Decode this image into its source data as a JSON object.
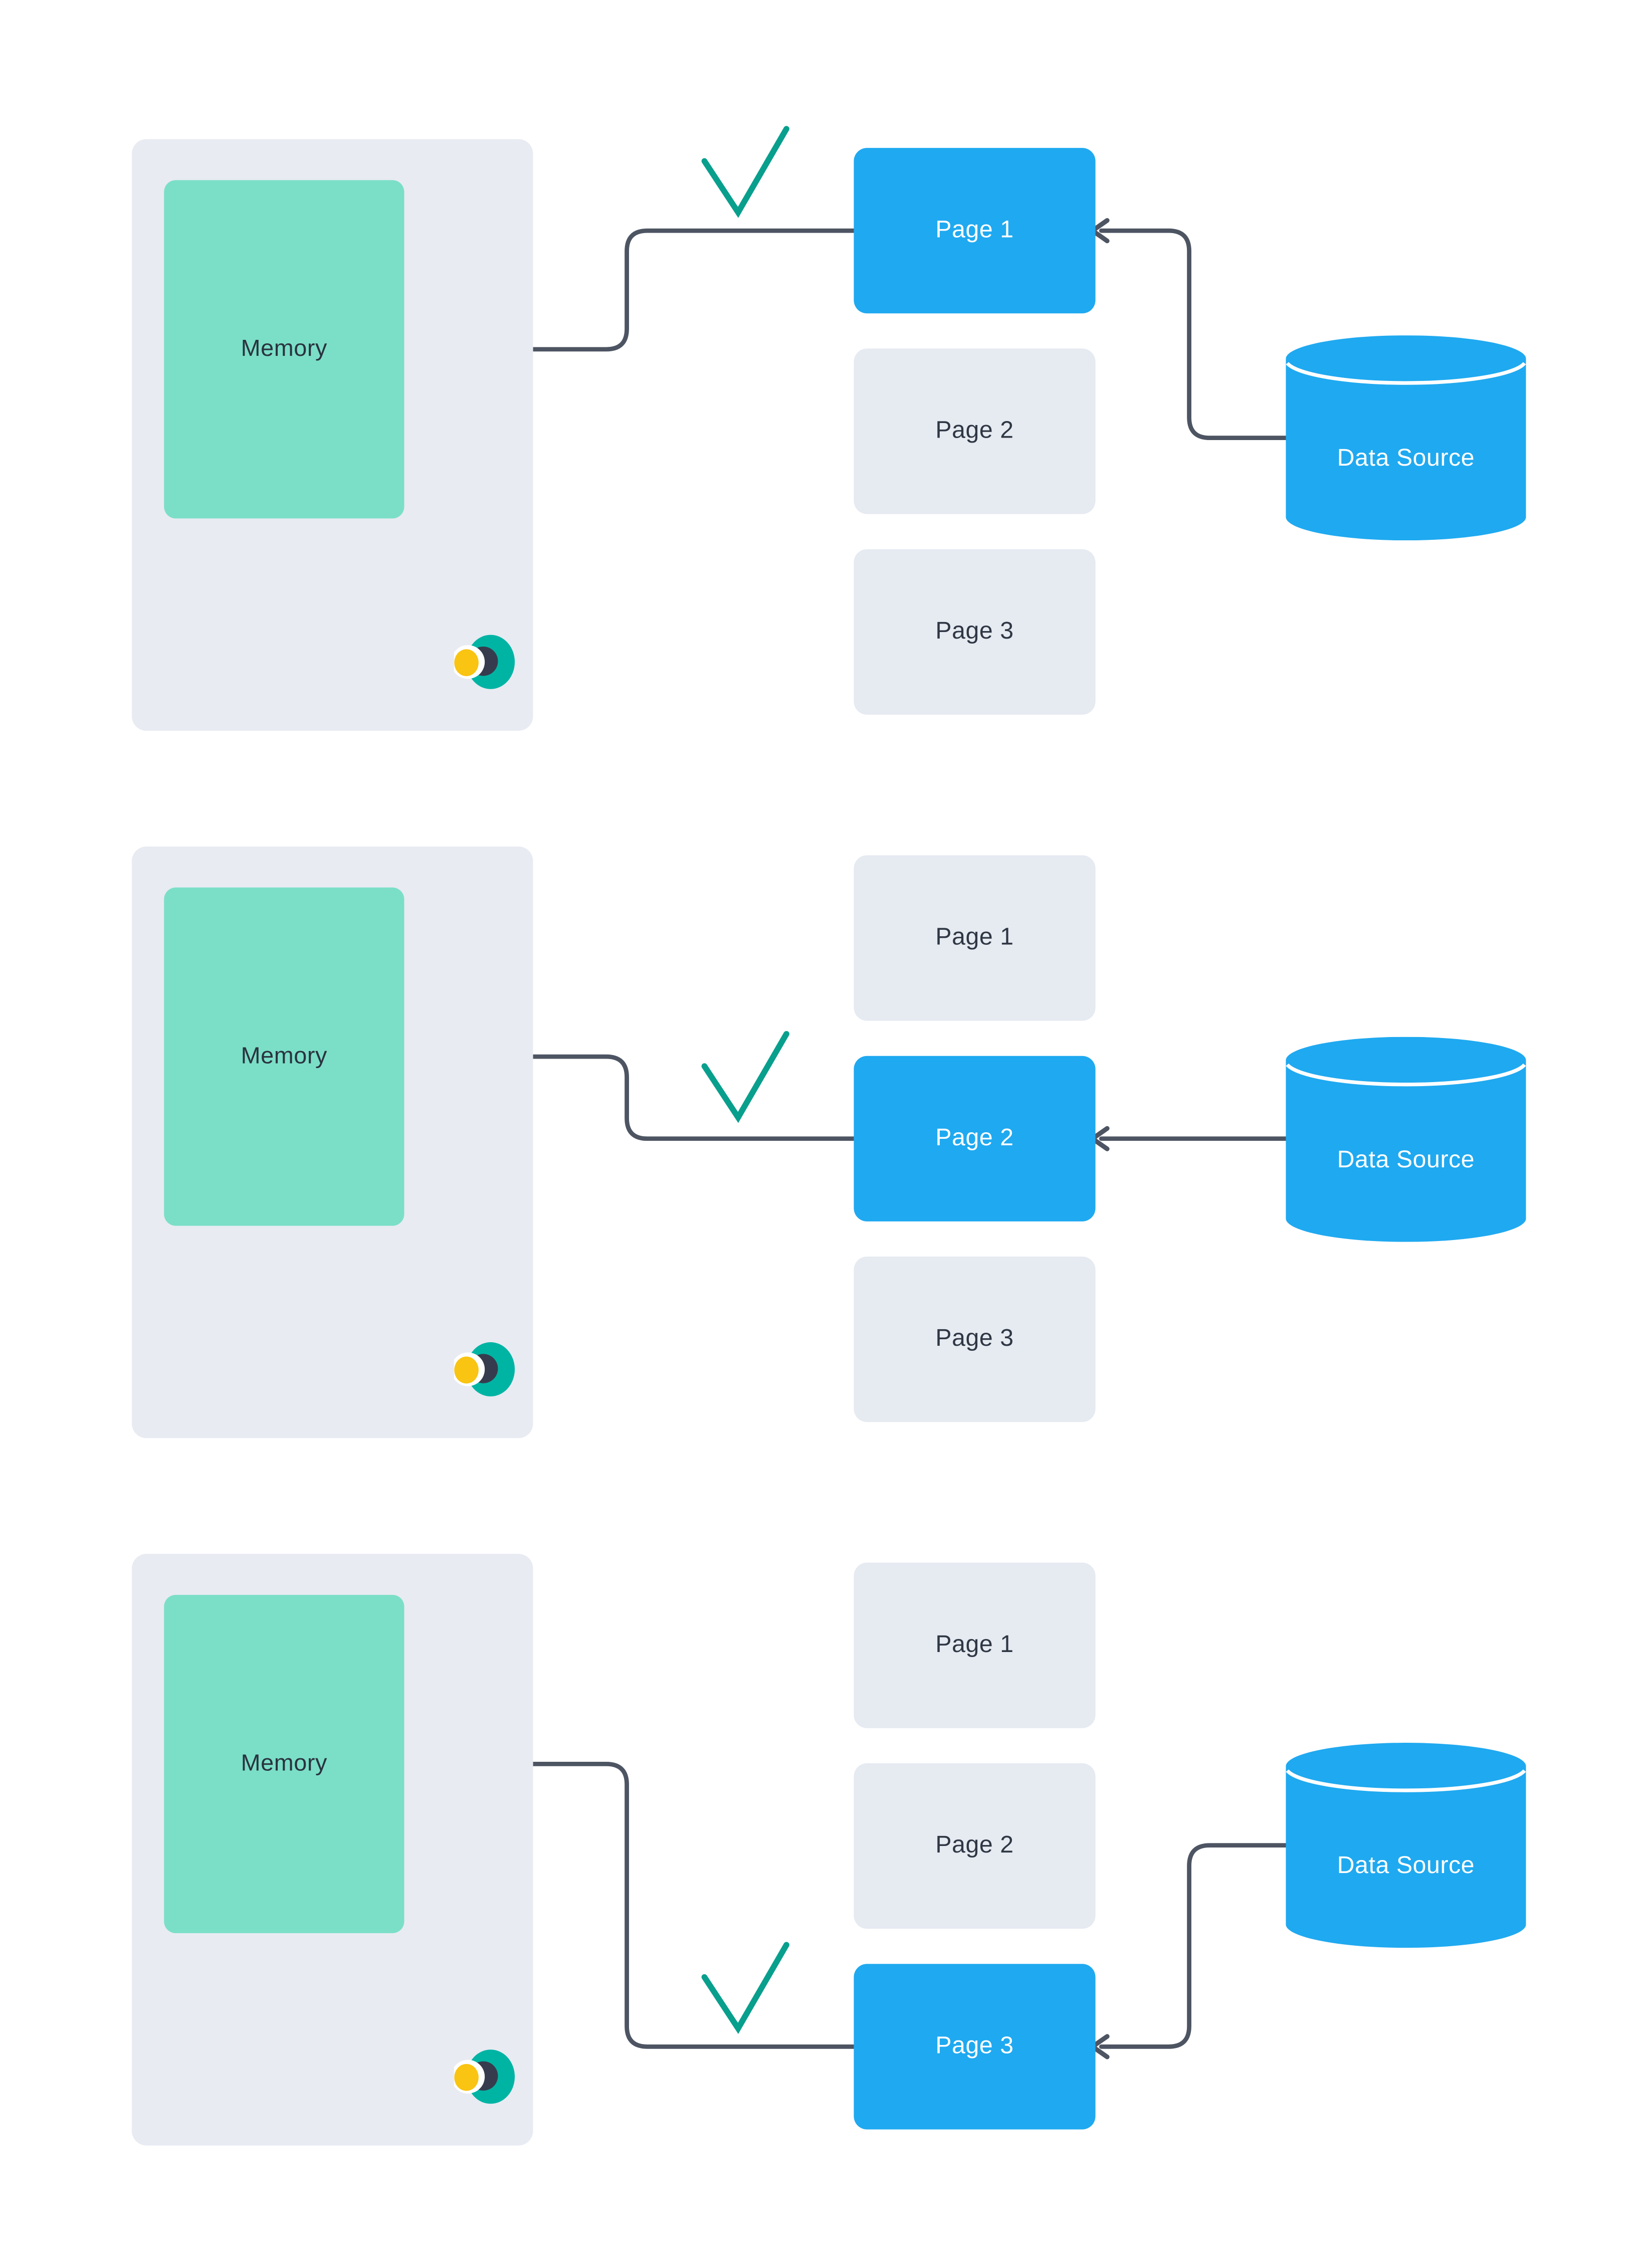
{
  "diagram_title": "",
  "colors": {
    "background": "#ffffff",
    "panel_bg": "#E8EBF2",
    "page_bg": "#E6EAF1",
    "highlight_blue": "#1FA9F0",
    "memory_teal": "#7BDFC7",
    "arrow_dark": "#4D5462",
    "check_green": "#089F8D",
    "logo_teal": "#00B4A4",
    "logo_navy": "#363C4D",
    "logo_yellow": "#F9C412",
    "text_dark": "#2F3744",
    "text_on_teal": "#2A333F",
    "text_light": "#FFFFFF"
  },
  "icons": {
    "check": "check-icon",
    "logo": "crescent-moon-logo",
    "arrowhead": "arrow-left-icon"
  },
  "panels": [
    {
      "memory_label": "Memory",
      "datasource_label": "Data Source",
      "loaded_page": "Page 1",
      "pages": [
        {
          "label": "Page 1",
          "highlighted": true
        },
        {
          "label": "Page 2",
          "highlighted": false
        },
        {
          "label": "Page 3",
          "highlighted": false
        }
      ]
    },
    {
      "memory_label": "Memory",
      "datasource_label": "Data Source",
      "loaded_page": "Page 2",
      "pages": [
        {
          "label": "Page 1",
          "highlighted": false
        },
        {
          "label": "Page 2",
          "highlighted": true
        },
        {
          "label": "Page 3",
          "highlighted": false
        }
      ]
    },
    {
      "memory_label": "Memory",
      "datasource_label": "Data Source",
      "loaded_page": "Page 3",
      "pages": [
        {
          "label": "Page 1",
          "highlighted": false
        },
        {
          "label": "Page 2",
          "highlighted": false
        },
        {
          "label": "Page 3",
          "highlighted": true
        }
      ]
    }
  ]
}
